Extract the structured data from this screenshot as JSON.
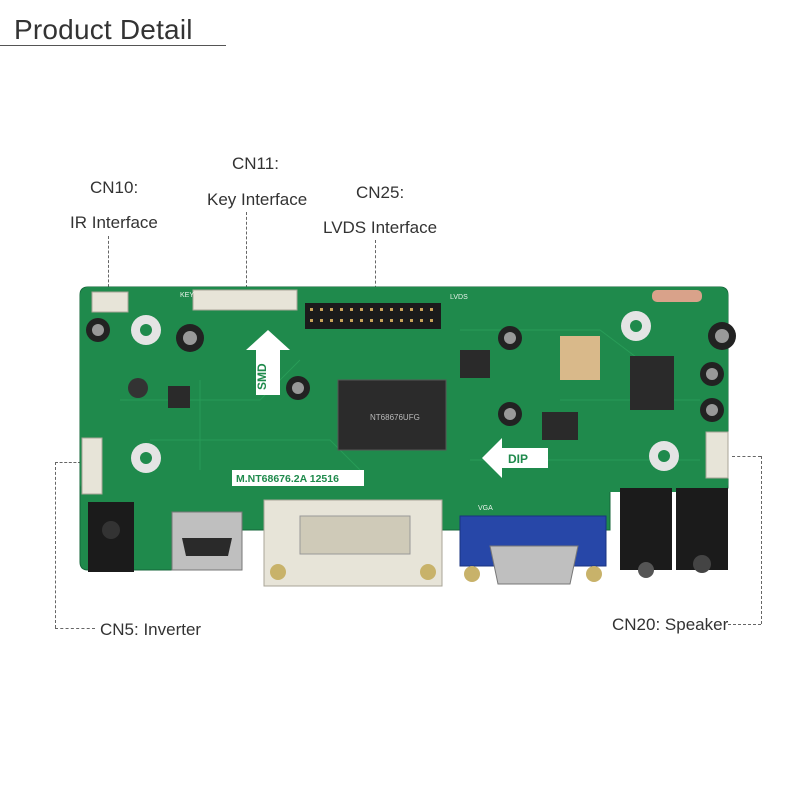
{
  "header": {
    "title": "Product Detail"
  },
  "callouts": {
    "cn10_id": "CN10:",
    "cn10_desc": "IR Interface",
    "cn11_id": "CN11:",
    "cn11_desc": "Key Interface",
    "cn25_id": "CN25:",
    "cn25_desc": "LVDS Interface",
    "cn5": "CN5: Inverter",
    "cn20": "CN20: Speaker"
  },
  "board": {
    "model": "M.NT68676.2A  12516",
    "smd": "SMD",
    "dip": "DIP",
    "lvds": "LVDS",
    "key": "KEY",
    "vga": "VGA",
    "chip": "NT68676UFG",
    "board_color": "#1f8a4c",
    "connector_blue": "#2747a8",
    "connector_white": "#e7e4d8"
  }
}
